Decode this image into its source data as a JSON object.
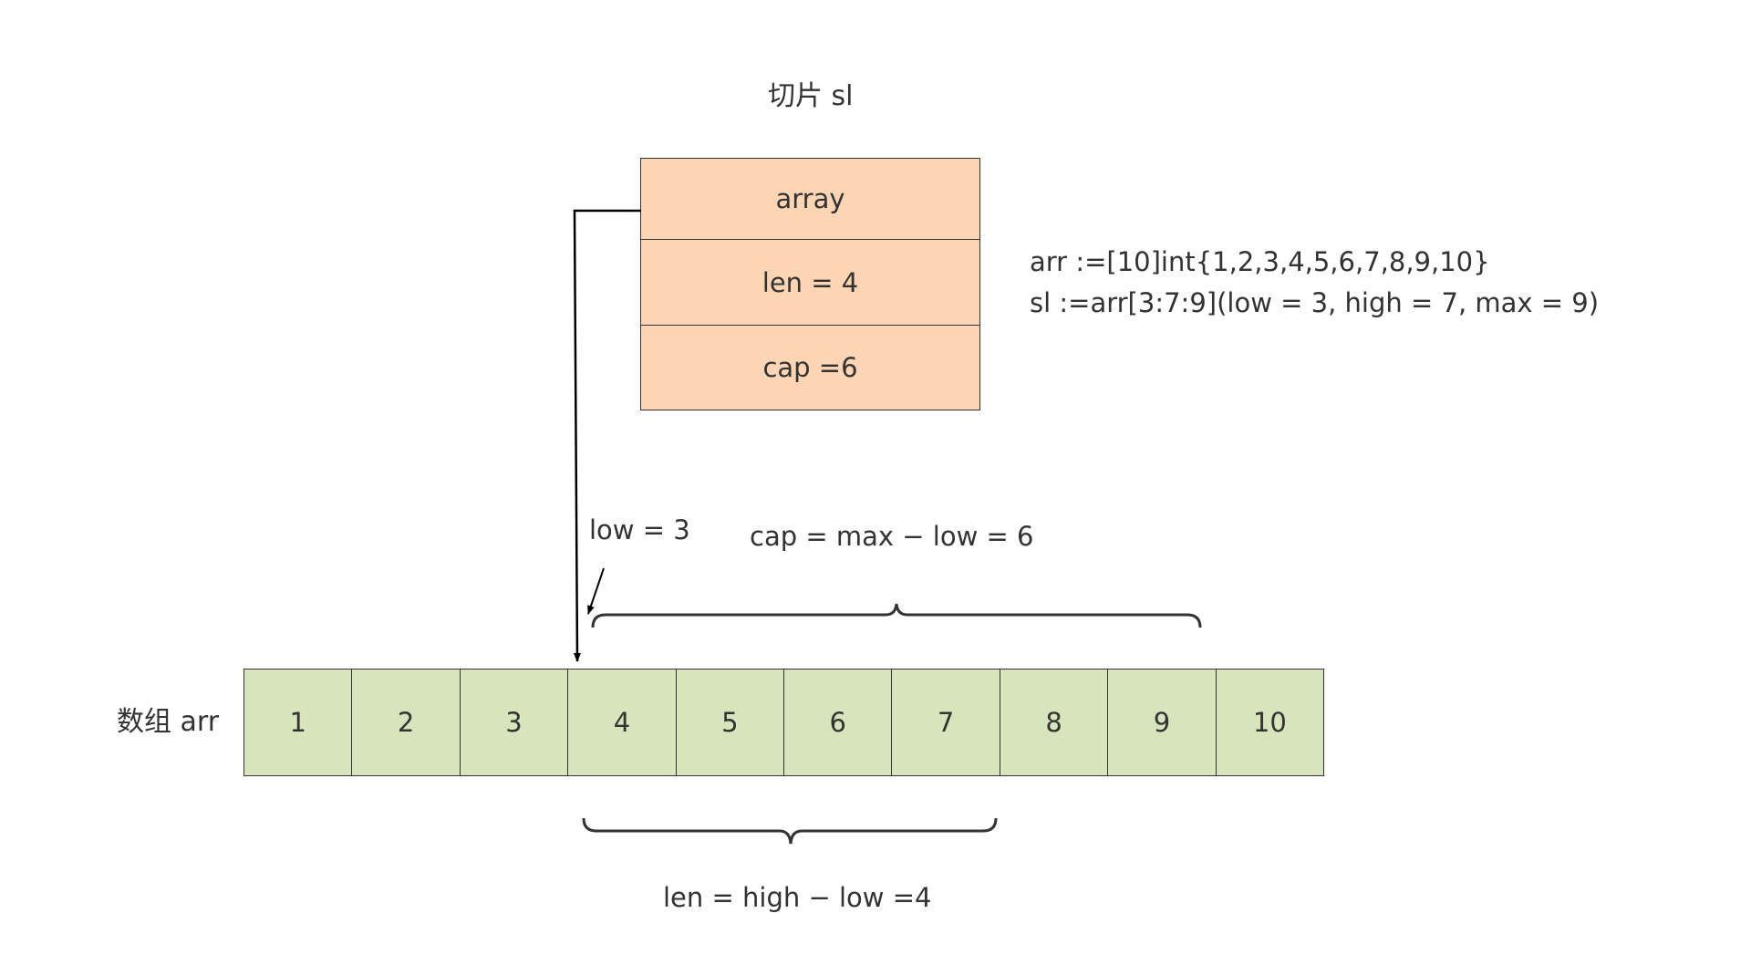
{
  "slice": {
    "title": "切片 sl",
    "fields": [
      "array",
      "len = 4",
      "cap =6"
    ]
  },
  "code": {
    "line1": "arr :=[10]int{1,2,3,4,5,6,7,8,9,10}",
    "line2": "sl :=arr[3:7:9](low = 3, high = 7, max = 9)"
  },
  "annotations": {
    "low": "low = 3",
    "cap_formula": "cap = max − low = 6",
    "len_formula": "len = high − low =4"
  },
  "array": {
    "label": "数组 arr",
    "cells": [
      "1",
      "2",
      "3",
      "4",
      "5",
      "6",
      "7",
      "8",
      "9",
      "10"
    ]
  },
  "colors": {
    "slice_fill": "#fcd5b5",
    "array_fill": "#d8e4bc",
    "stroke": "#333333"
  }
}
